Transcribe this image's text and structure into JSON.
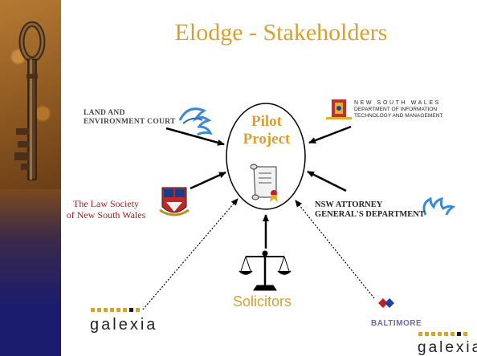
{
  "title": "Elodge - Stakeholders",
  "center": {
    "line1": "Pilot",
    "line2": "Project"
  },
  "stakeholders": {
    "land_env_court": {
      "line1": "LAND AND",
      "line2": "ENVIRONMENT COURT"
    },
    "nsw_dept_itm": {
      "line1": "NEW SOUTH WALES",
      "line2": "DEPARTMENT OF INFORMATION",
      "line3": "TECHNOLOGY AND MANAGEMENT"
    },
    "law_society": {
      "line1": "The Law Society",
      "line2": "of New South Wales"
    },
    "nsw_attorney": {
      "line1": "NSW ATTORNEY",
      "line2": "GENERAL'S DEPARTMENT"
    },
    "solicitors": {
      "label": "Solicitors"
    },
    "galexia": {
      "label": "galexia"
    },
    "baltimore": {
      "label": "BALTIMORE"
    }
  },
  "colors": {
    "title": "#d9a030",
    "sidebar": "#1c1c6e",
    "arrow": "#000000",
    "law_society_text": "#a02020"
  }
}
